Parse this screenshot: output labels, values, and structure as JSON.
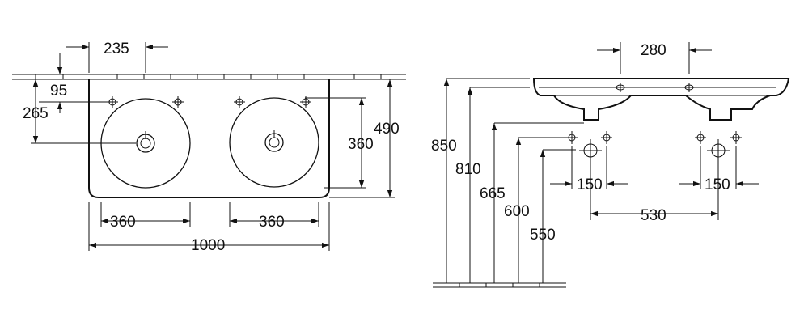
{
  "top_view": {
    "tap_hole_offset": "235",
    "wall_to_hole_top": "95",
    "wall_to_bowl_center": "265",
    "bowl_width_left": "360",
    "bowl_width_right": "360",
    "overall_width": "1000",
    "overall_depth": "490",
    "bowl_depth": "360"
  },
  "side_view": {
    "hole_spacing_top": "280",
    "height_rim": "850",
    "height_underside": "810",
    "height_trap": "665",
    "height_waste": "600",
    "height_supply": "550",
    "supply_spacing_left": "150",
    "supply_spacing_right": "150",
    "waste_spacing": "530"
  }
}
